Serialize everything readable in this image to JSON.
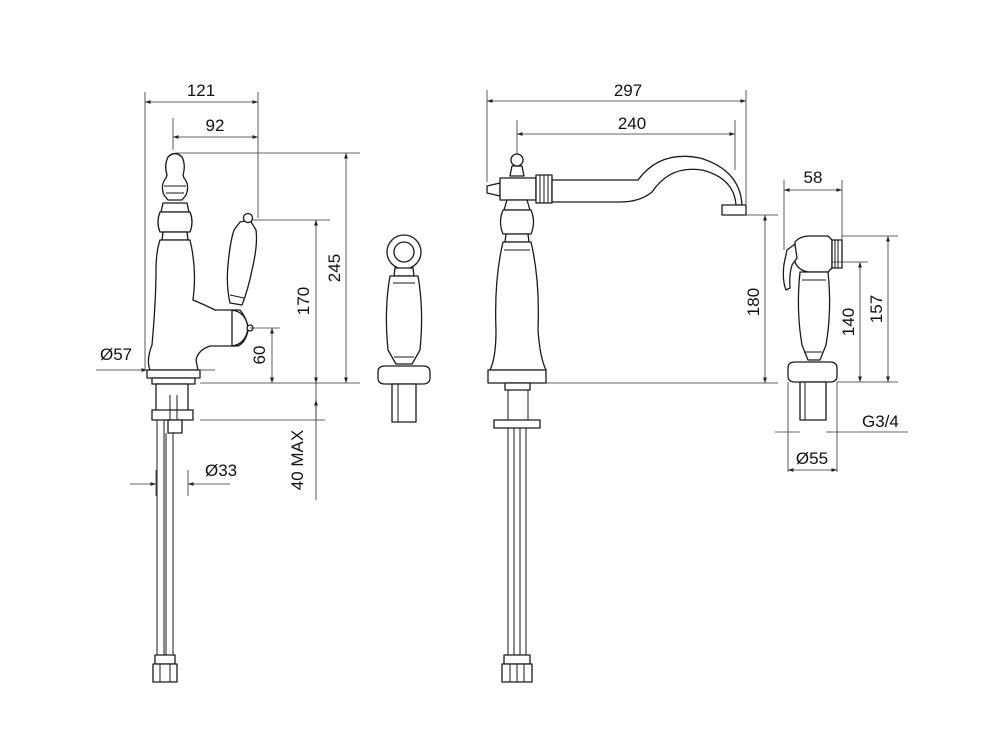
{
  "dimensions": {
    "side_width_total": "121",
    "side_width_inner": "92",
    "side_height_total": "245",
    "side_height_handle": "170",
    "side_height_body": "60",
    "base_diameter": "Ø57",
    "shank_diameter": "Ø33",
    "max_deck": "40 MAX",
    "front_reach_total": "297",
    "front_reach_spout": "240",
    "front_spout_height": "180",
    "spray_width": "58",
    "spray_height_total": "157",
    "spray_height_body": "140",
    "spray_thread": "G3/4",
    "spray_base_diameter": "Ø55"
  }
}
